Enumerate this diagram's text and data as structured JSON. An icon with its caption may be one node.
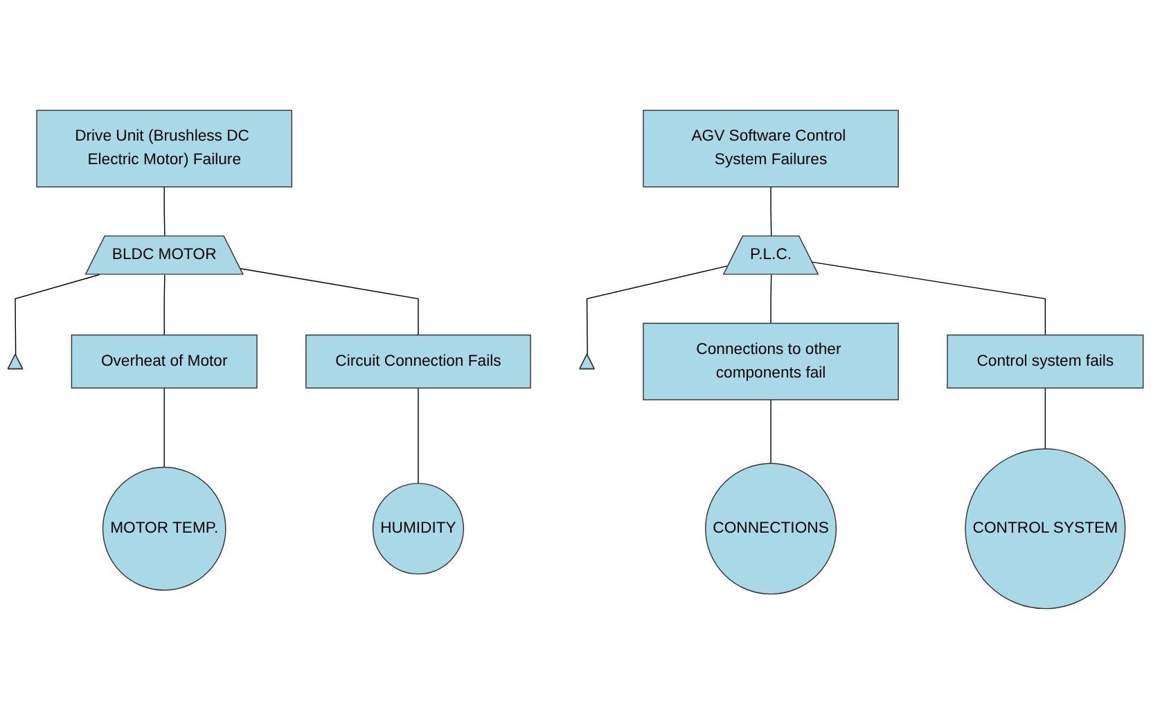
{
  "diagram": {
    "nodes": [
      {
        "text": [
          "Drive Unit (Brushless DC Electric Motor) Failure"
        ]
      },
      {
        "text": [
          "BLDC MOTOR"
        ]
      },
      {
        "text": [],
        "shape": "triangle"
      },
      {
        "text": [
          "Overheat of Motor"
        ]
      },
      {
        "text": [
          "Circuit Connection Fails"
        ]
      },
      {
        "text": [
          "MOTOR TEMP."
        ]
      },
      {
        "text": [
          "HUMIDITY"
        ]
      },
      {
        "text": [
          "AGV Software Control System Failures"
        ]
      },
      {
        "text": [
          "P.L.C."
        ]
      },
      {
        "text": [],
        "shape": "triangle"
      },
      {
        "text": [
          "Connections to other components fail"
        ]
      },
      {
        "text": [
          "Control system fails"
        ]
      },
      {
        "text": [
          "CONNECTIONS"
        ]
      },
      {
        "text": [
          "CONTROL SYSTEM"
        ]
      }
    ],
    "edges": [
      {
        "from": 0,
        "to": 1,
        "arrow": "none"
      },
      {
        "from": 1,
        "to": 2,
        "arrow": "none"
      },
      {
        "from": 1,
        "to": 3,
        "arrow": "none"
      },
      {
        "from": 1,
        "to": 4,
        "arrow": "none"
      },
      {
        "from": 3,
        "to": 5,
        "arrow": "none"
      },
      {
        "from": 4,
        "to": 6,
        "arrow": "none"
      },
      {
        "from": 7,
        "to": 8,
        "arrow": "none"
      },
      {
        "from": 8,
        "to": 9,
        "arrow": "none"
      },
      {
        "from": 8,
        "to": 10,
        "arrow": "none"
      },
      {
        "from": 8,
        "to": 11,
        "arrow": "none"
      },
      {
        "from": 10,
        "to": 12,
        "arrow": "none"
      },
      {
        "from": 11,
        "to": 13,
        "arrow": "none"
      }
    ]
  }
}
